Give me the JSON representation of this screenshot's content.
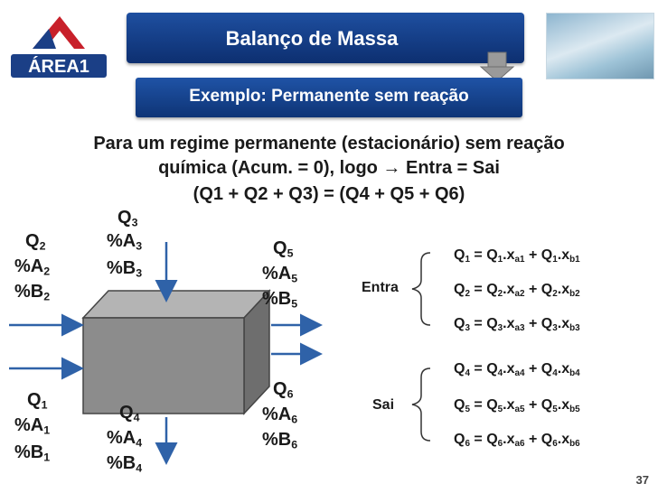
{
  "header": {
    "title": "Balanço de Massa",
    "subtitle": "Exemplo: Permanente sem reação",
    "logo_text": "ÁREA1"
  },
  "intro": {
    "line1": "Para um regime permanente (estacionário) sem reação",
    "line2": "química (Acum. = 0), logo → Entra = Sai",
    "line3": "(Q1 + Q2 + Q3) = (Q4 + Q5 + Q6)"
  },
  "streams": {
    "q1": [
      "Q1",
      "%A1",
      "%B1"
    ],
    "q2": [
      "Q2",
      "%A2",
      "%B2"
    ],
    "q3": [
      "Q3",
      "%A3",
      "%B3"
    ],
    "q4": [
      "Q4",
      "%A4",
      "%B4"
    ],
    "q5": [
      "Q5",
      "%A5",
      "%B5"
    ],
    "q6": [
      "Q6",
      "%A6",
      "%B6"
    ]
  },
  "groups": {
    "entra_label": "Entra",
    "sai_label": "Sai"
  },
  "equations": {
    "entra": [
      "Q1 = Q1.xa1 + Q1.xb1",
      "Q2 = Q2.xa2 + Q2.xb2",
      "Q3 = Q3.xa3 + Q3.xb3"
    ],
    "sai": [
      "Q4 = Q4.xa4 + Q4.xb4",
      "Q5 = Q5.xa5 + Q5.xb5",
      "Q6 = Q6.xa6 + Q6.xb6"
    ]
  },
  "footer": {
    "page_number": "37"
  },
  "colors": {
    "header_blue": "#14408c",
    "box_gray": "#8c8c8c",
    "arrow_blue": "#2f62a8"
  }
}
